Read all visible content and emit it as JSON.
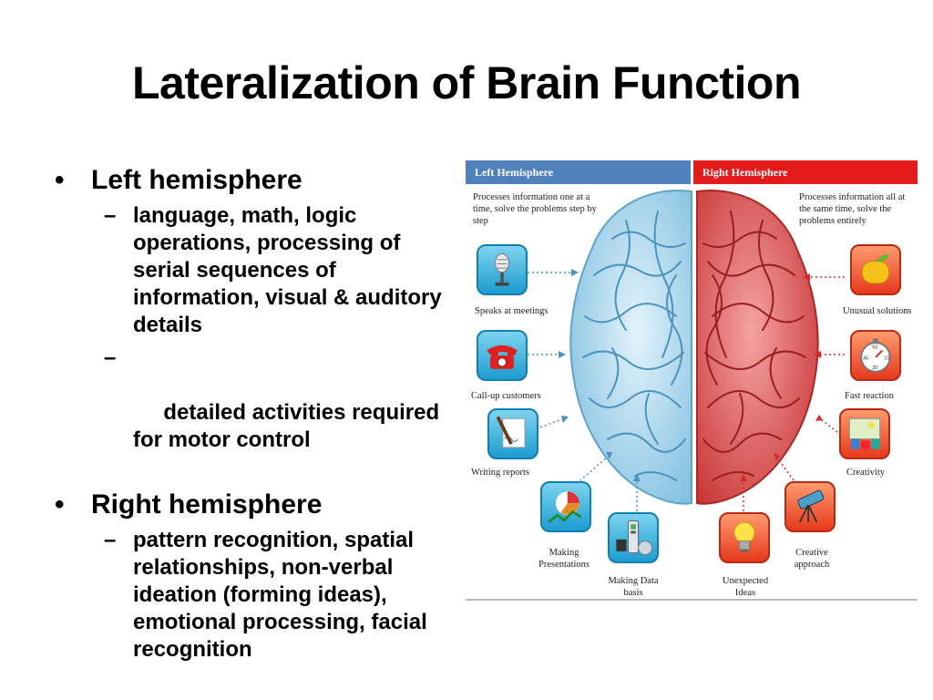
{
  "slide": {
    "title": "Lateralization of Brain Function",
    "bullets": [
      {
        "label": "Left hemisphere",
        "subs": [
          "language, math, logic operations, processing of serial sequences of information, visual & auditory details",
          " detailed activities required for motor control"
        ]
      },
      {
        "label": "Right hemisphere",
        "subs": [
          "pattern recognition, spatial relationships, non-verbal ideation (forming ideas), emotional processing, facial recognition"
        ]
      }
    ]
  },
  "figure": {
    "left_header": "Left Hemisphere",
    "right_header": "Right Hemisphere",
    "left_desc": "Processes information one at a time, solve the problems step by step",
    "right_desc": "Processes information all at the same time, solve the problems entirely",
    "left_items": [
      "Speaks at meetings",
      "Call-up customers",
      "Writing reports",
      "Making Presentations",
      "Making Data basis"
    ],
    "right_items": [
      "Unusual solutions",
      "Fast reaction",
      "Creativity",
      "Unexpected Ideas",
      "Creative approach"
    ],
    "clock_numbers": [
      "60",
      "15",
      "45",
      "30"
    ],
    "colors": {
      "left": "#4f81bd",
      "right": "#e41b1b",
      "brain_left": "#a9d4ec",
      "brain_right": "#e06060"
    },
    "icons": {
      "left": [
        "microphone-icon",
        "telephone-icon",
        "pen-document-icon",
        "pie-chart-icon",
        "data-device-icon"
      ],
      "right": [
        "fruit-icon",
        "stopwatch-icon",
        "palette-icon",
        "lightbulb-icon",
        "telescope-icon"
      ]
    }
  }
}
